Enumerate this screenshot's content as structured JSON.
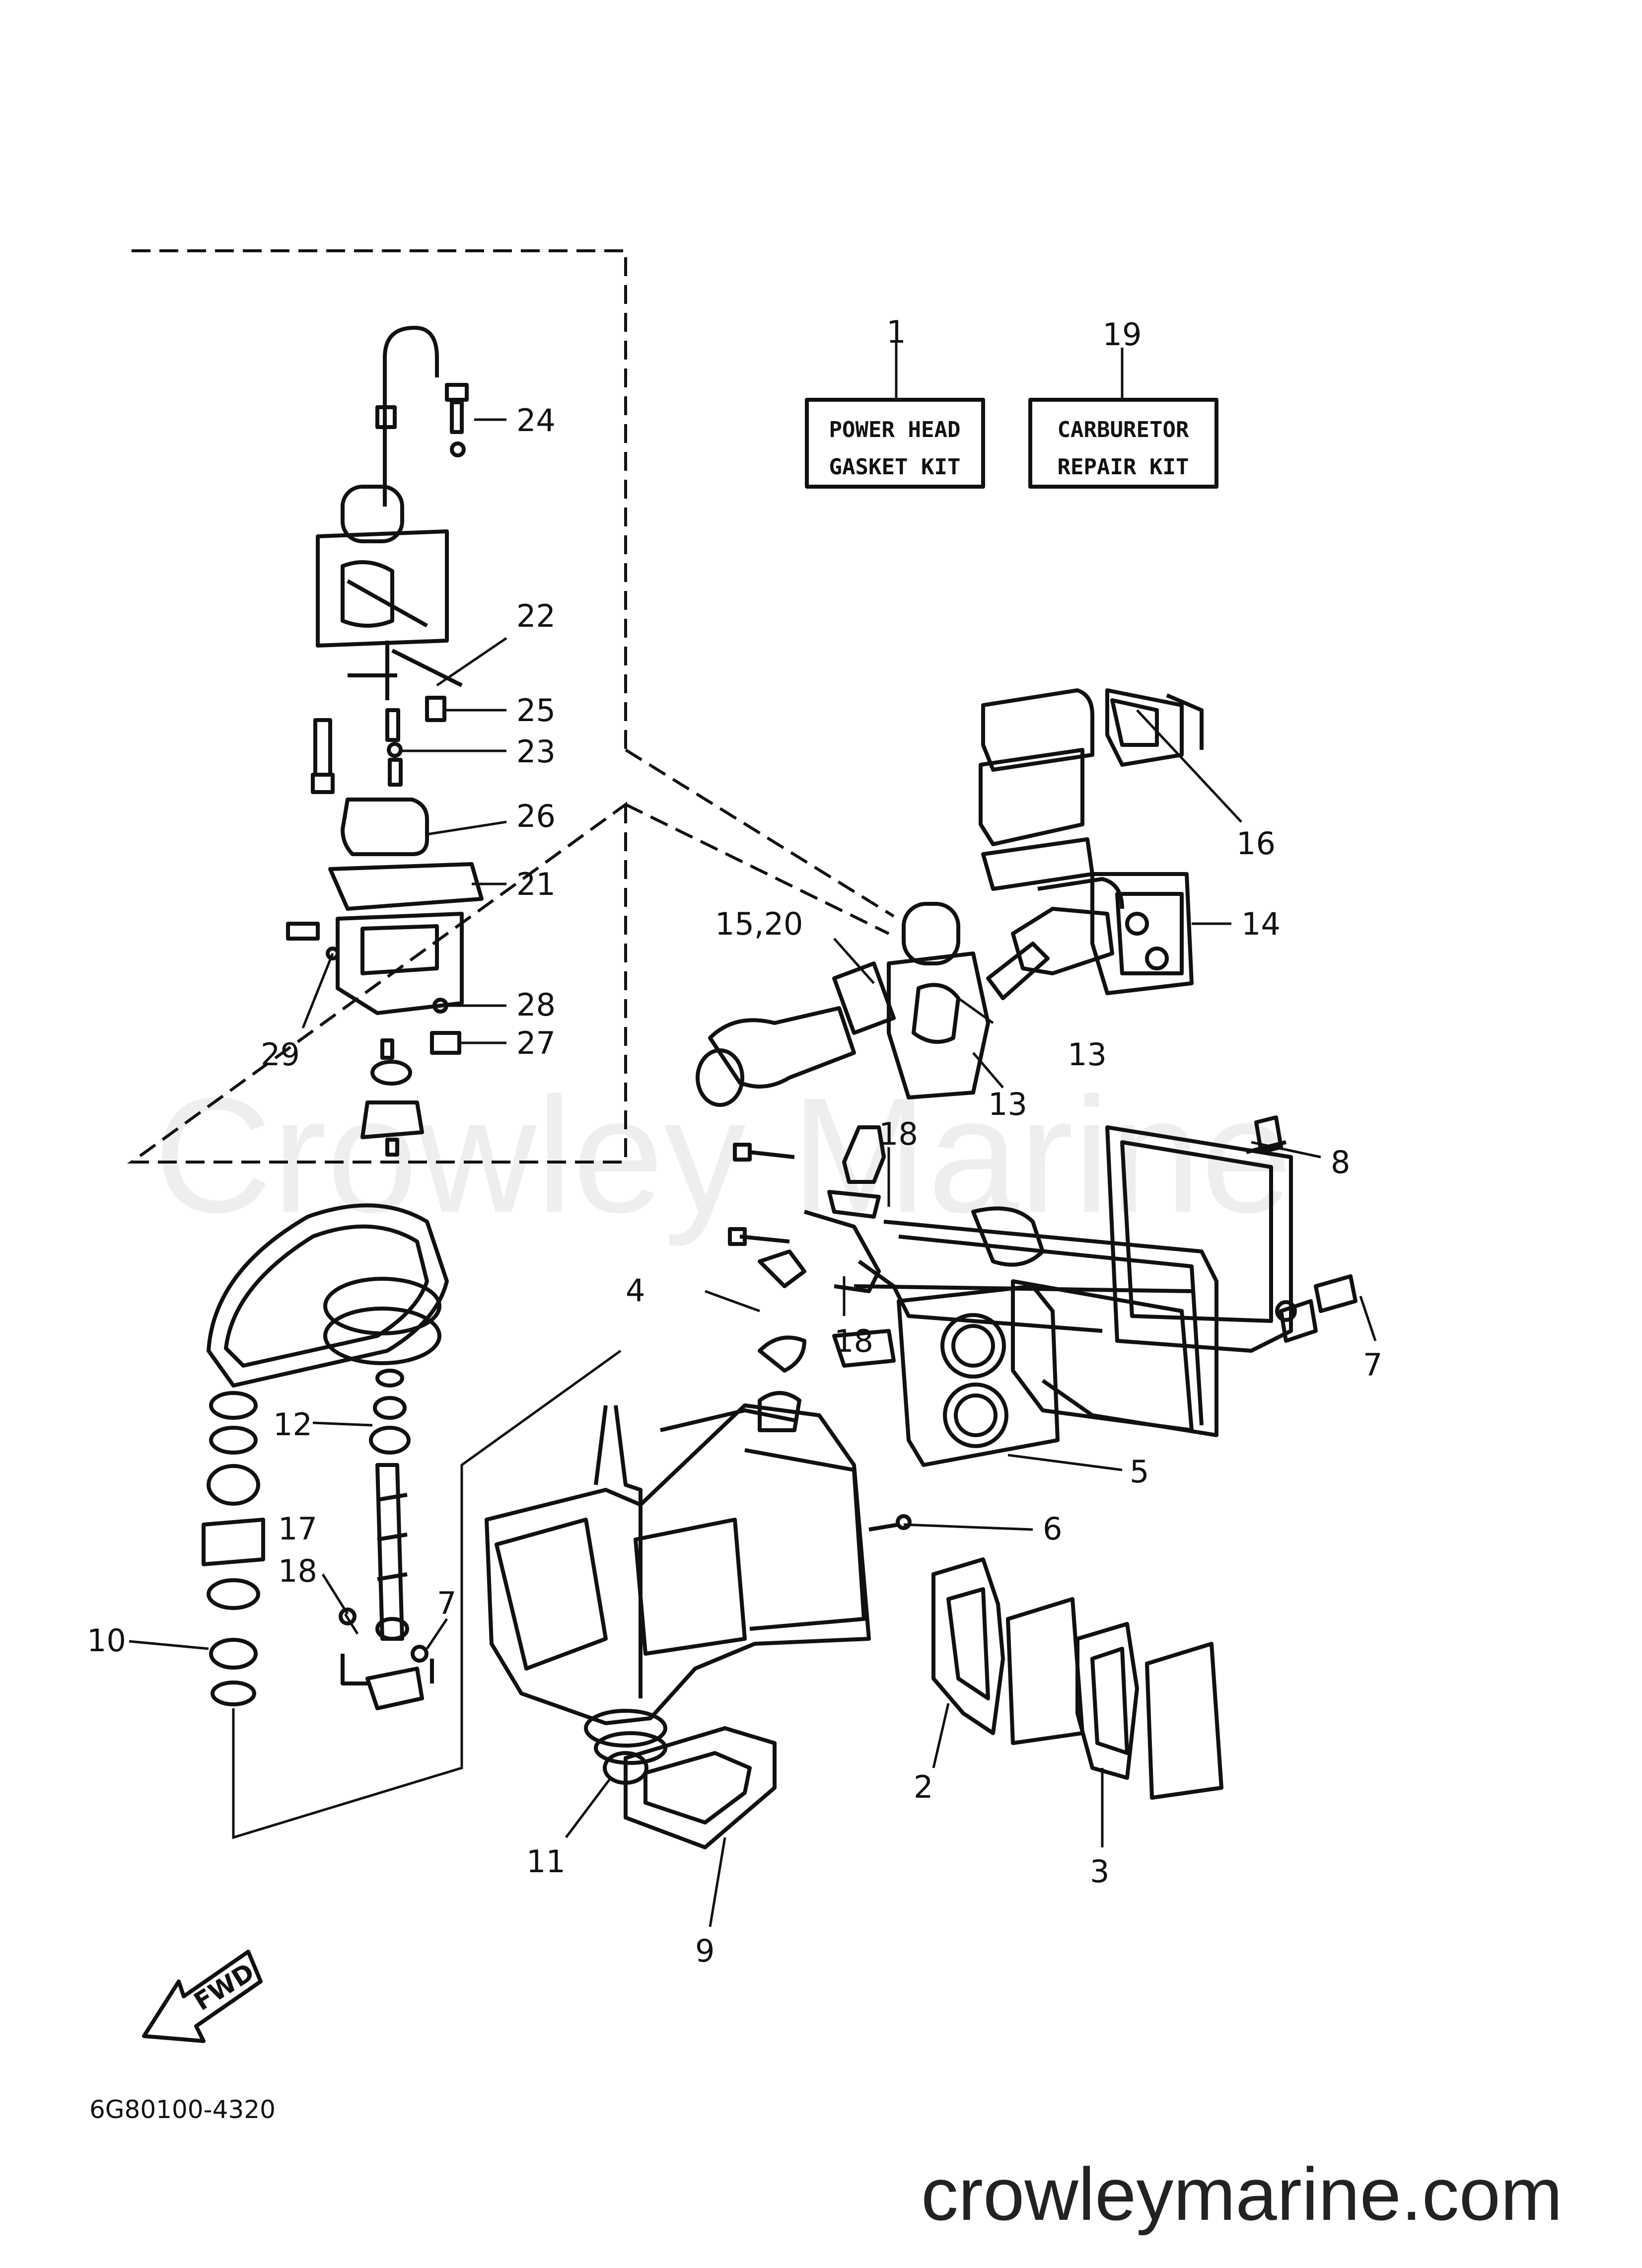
{
  "kits": [
    {
      "number": "1",
      "line1": "POWER HEAD",
      "line2": "GASKET KIT"
    },
    {
      "number": "19",
      "line1": "CARBURETOR",
      "line2": "REPAIR KIT"
    }
  ],
  "callouts": [
    "24",
    "22",
    "25",
    "23",
    "26",
    "21",
    "28",
    "27",
    "29",
    "16",
    "14",
    "15,20",
    "13",
    "13",
    "18",
    "8",
    "4",
    "18",
    "7",
    "5",
    "6",
    "12",
    "17",
    "18",
    "7",
    "10",
    "2",
    "3",
    "11",
    "9"
  ],
  "fwd_label": "FWD",
  "diagram_code": "6G80100-4320",
  "watermark": "Crowley Marine",
  "website": "crowleymarine.com"
}
